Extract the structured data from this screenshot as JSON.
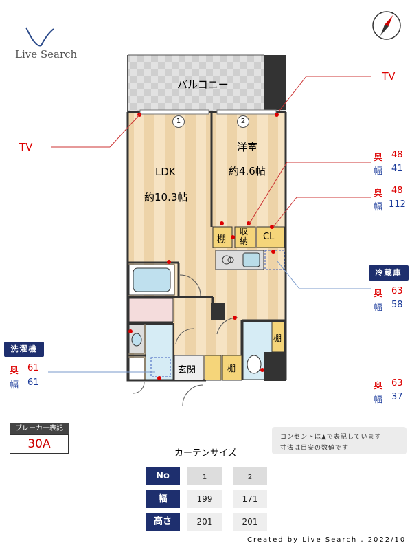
{
  "logo": {
    "text": "Live Search"
  },
  "rooms": {
    "balcony": "バルコニー",
    "ldk": "LDK",
    "ldk_size": "約10.3帖",
    "western": "洋室",
    "western_size": "約4.6帖",
    "shelf1": "棚",
    "storage": "収納",
    "closet": "CL",
    "shelf2": "棚",
    "shelf3": "棚",
    "entrance": "玄関"
  },
  "window_markers": [
    "1",
    "2"
  ],
  "callouts": {
    "tv_top": "TV",
    "tv_left": "TV",
    "depth_label": "奥",
    "width_label": "幅",
    "c1": {
      "depth": "48",
      "width": "41"
    },
    "c2": {
      "depth": "48",
      "width": "112"
    },
    "fridge_title": "冷蔵庫",
    "c3": {
      "depth": "63",
      "width": "58"
    },
    "c4": {
      "depth": "63",
      "width": "37"
    },
    "washer_title": "洗濯機",
    "washer": {
      "depth": "61",
      "width": "61"
    }
  },
  "breaker": {
    "title": "ブレーカー表記",
    "value": "30A"
  },
  "legend": {
    "line1": "コンセントは▲で表記しています",
    "line2": "寸法は目安の数値です"
  },
  "curtain": {
    "title": "カーテンサイズ",
    "headers": {
      "no": "No",
      "width": "幅",
      "height": "高さ"
    },
    "columns": [
      {
        "no": "1",
        "width": "199",
        "height": "201"
      },
      {
        "no": "2",
        "width": "171",
        "height": "201"
      }
    ]
  },
  "credit": "Created by Live Search , 2022/10",
  "colors": {
    "navy": "#1e2f6e",
    "red": "#d00000",
    "wall": "#333333",
    "floor": "#e8c99a",
    "accent": "#f5d57a"
  }
}
